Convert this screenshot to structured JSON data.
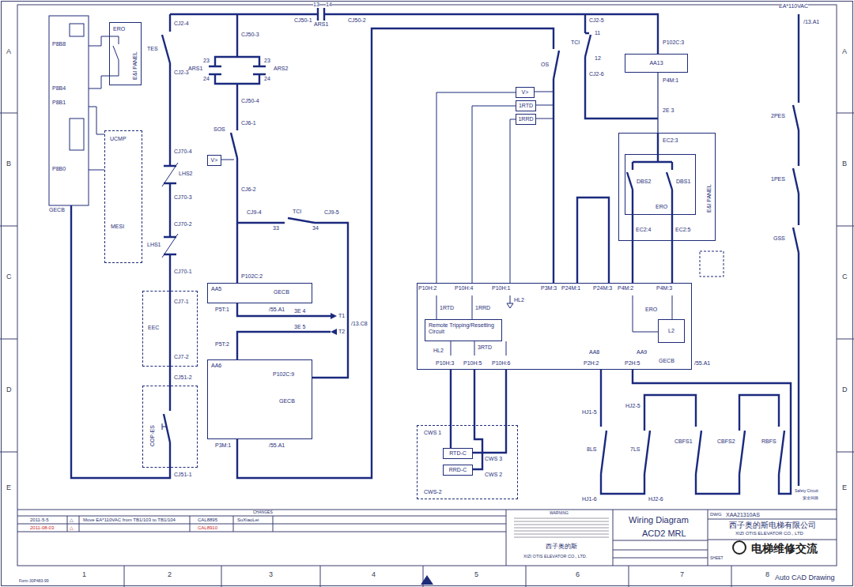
{
  "diagram": {
    "nodes": [
      {
        "text": [
          "ERO",
          "E&I PANEL"
        ]
      },
      {
        "text": [
          "UCMP"
        ]
      },
      {
        "text": [
          "V>"
        ]
      },
      {
        "text": [
          "EEC"
        ]
      },
      {
        "text": [
          "COP-ES"
        ]
      },
      {
        "text": [
          "AA5",
          "GECB"
        ]
      },
      {
        "text": [
          "AA6",
          "GECB"
        ]
      },
      {
        "text": [
          "V>"
        ]
      },
      {
        "text": [
          "1RTD"
        ]
      },
      {
        "text": [
          "1RRD"
        ]
      },
      {
        "text": [
          "AA13"
        ]
      },
      {
        "text": [
          "E&I PANEL"
        ]
      },
      {
        "text": [
          "ERO"
        ],
        "in": 11
      },
      {
        "text": [
          "GECB"
        ]
      },
      {
        "text": [
          "Remote Tripping/Resetting Circuit"
        ],
        "in": 13
      },
      {
        "text": [
          "L2"
        ],
        "in": 13
      },
      {
        "text": [
          "CWS-2"
        ]
      },
      {
        "text": [
          "RTD-C"
        ],
        "in": 16
      },
      {
        "text": [
          "RRD-C"
        ],
        "in": 16
      }
    ],
    "edges": [
      {
        "from": 7,
        "to": 13,
        "arrow": "none"
      },
      {
        "from": 8,
        "to": 13,
        "arrow": "none"
      },
      {
        "from": 9,
        "to": 13,
        "arrow": "none"
      },
      {
        "from": 10,
        "to": 11,
        "arrow": "none"
      },
      {
        "from": 11,
        "to": 13,
        "arrow": "none"
      },
      {
        "from": 11,
        "to": 13,
        "arrow": "none"
      },
      {
        "from": 13,
        "to": 16,
        "arrow": "none"
      },
      {
        "from": 13,
        "to": 16,
        "arrow": "none"
      },
      {
        "from": 13,
        "to": 16,
        "arrow": "none"
      },
      {
        "from": 3,
        "to": 4,
        "arrow": "none"
      }
    ],
    "labels": [
      "A",
      "B",
      "C",
      "D",
      "E",
      "A",
      "B",
      "C",
      "D",
      "E",
      "1",
      "2",
      "3",
      "4",
      "5",
      "6",
      "7",
      "8",
      "P8B8",
      "P8B4",
      "P8B1",
      "P8B0",
      "GECB",
      "MESI",
      "CJ2-4",
      "TES",
      "CJ2-3",
      "CJ70-4",
      "LHS2",
      "CJ70-3",
      "CJ70-2",
      "LHS1",
      "CJ70-1",
      "CJ7-1",
      "CJ7-2",
      "CJ51-2",
      "CJ51-1",
      "CJ50-3",
      "ARS1",
      "23",
      "24",
      "23",
      "24",
      "ARS2",
      "CJ50-4",
      "SOS",
      "CJ6-1",
      "CJ6-2",
      "CJ9-4",
      "TCI",
      "33",
      "34",
      "CJ9-5",
      "P102C:2",
      "P5T:1",
      "/55.A1",
      "3E 4",
      "T1",
      "/13.C8",
      "3E 5",
      "T2",
      "P5T:2",
      "P102C:9",
      "P3M:1",
      "/55.A1",
      "CJ50-1",
      "13",
      "14",
      "ARS1",
      "CJ50-2",
      "CJ2-5",
      "TCI",
      "11",
      "12",
      "CJ2-6",
      "OS",
      "P102C:3",
      "P4M:1",
      "2E 3",
      "EC2:3",
      "DBS2",
      "DBS1",
      "EC2:4",
      "EC2:5",
      "EA*110VAC",
      "/13.A1",
      "2PES",
      "1PES",
      "GSS",
      "Safety Circuit",
      "安全回路",
      "P10H:2",
      "P10H:4",
      "P10H:1",
      "P3M:3",
      "P24M:1",
      "P24M:3",
      "P4M:2",
      "P4M:3",
      "HL2",
      "1RTD",
      "1RRD",
      "3RTD",
      "HL2",
      "P10H:3",
      "P10H:5",
      "P10H:6",
      "AA8",
      "AA9",
      "P2H:2",
      "P2H:5",
      "ERO",
      "/55.A1",
      "CWS 1",
      "CWS 3",
      "CWS 2",
      "HJ1-5",
      "HJ2-5",
      "8LS",
      "7LS",
      "CBFS1",
      "CBFS2",
      "RBFS",
      "HJ1-6",
      "HJ2-6",
      "CHANGES",
      "2011-5-5",
      "△",
      "Move EA*110VAC from TB1/103 to TB1/104",
      "CAL8895",
      "SuXiaoLei",
      "2011-08-03",
      "△",
      "CAL8910",
      "WARNING",
      "西子奥的斯",
      "XIZI OTIS ELEVATOR CO., LTD.",
      "Wiring Diagram",
      "ACD2 MRL",
      "DWG",
      "XAA21310AS",
      "西子奥的斯电梯有限公司",
      "XIZI OTIS ELEVATOR CO., LTD",
      "SHEET",
      "电梯维修交流",
      "Auto CAD Drawing",
      "Form 30P483-99"
    ]
  }
}
